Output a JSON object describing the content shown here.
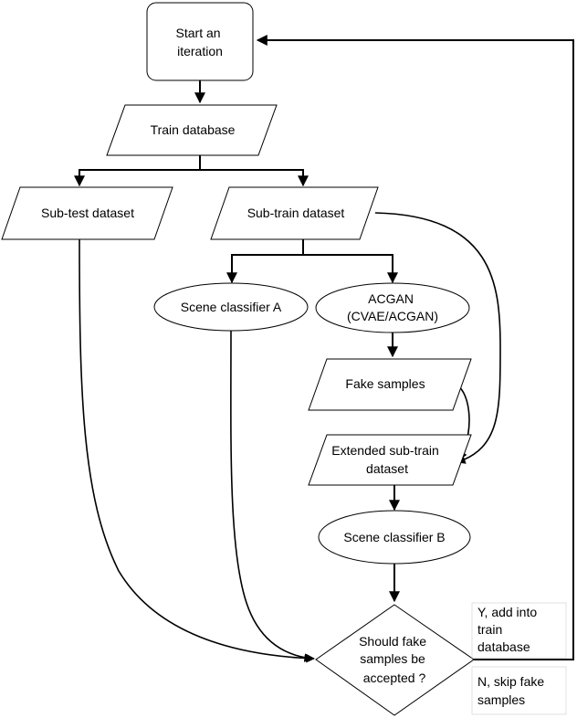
{
  "nodes": {
    "start": [
      "Start an",
      "iteration"
    ],
    "train_database": "Train database",
    "sub_test": "Sub-test dataset",
    "sub_train": "Sub-train dataset",
    "classifier_a": "Scene classifier A",
    "acgan": [
      "ACGAN",
      "(CVAE/ACGAN)"
    ],
    "fake_samples": "Fake samples",
    "extended": [
      "Extended sub-train",
      "dataset"
    ],
    "classifier_b": "Scene classifier B",
    "decision": [
      "Should fake",
      "samples be",
      "accepted ?"
    ]
  },
  "branches": {
    "yes": [
      "Y, add into",
      "train",
      "database"
    ],
    "no": [
      "N, skip fake",
      "samples"
    ]
  }
}
